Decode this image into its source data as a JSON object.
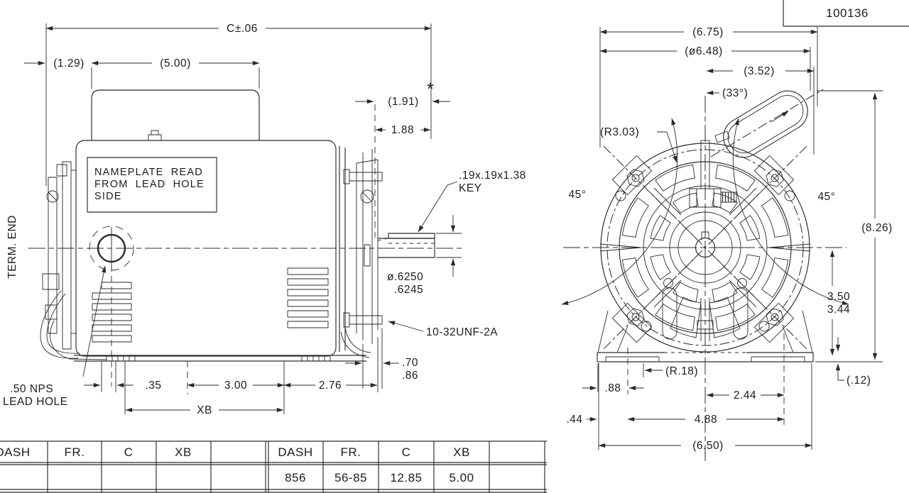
{
  "title_block": {
    "number": "100136"
  },
  "side_view": {
    "c_dim": "C±.06",
    "d129": "(1.29)",
    "d500": "(5.00)",
    "d191": "(1.91)",
    "star": "*",
    "d188": "1.88",
    "key1": ".19x.19x1.38",
    "key2": "KEY",
    "dia1": "ø.6250",
    "dia2": ".6245",
    "thread": "10-32UNF-2A",
    "d70": ".70",
    "d86": ".86",
    "d35": ".35",
    "d300": "3.00",
    "d276": "2.76",
    "xb": "XB",
    "np1": "NAMEPLATE READ",
    "np2": "FROM LEAD HOLE",
    "np3": "SIDE",
    "term_end": "TERM. END",
    "lead1": ".50 NPS",
    "lead2": "LEAD HOLE"
  },
  "end_view": {
    "d675": "(6.75)",
    "d648": "(ø6.48)",
    "d352": "(3.52)",
    "a33": "(33°)",
    "r303": "(R3.03)",
    "a45l": "45°",
    "a45r": "45°",
    "d826": "(8.26)",
    "d350": "3.50",
    "d344": "3.44",
    "r18": "(R.18)",
    "d88": ".88",
    "d244": "2.44",
    "d44": ".44",
    "d488": "4.88",
    "d650": "(6.50)",
    "d12": "(.12)"
  },
  "table": {
    "headers": [
      "DASH",
      "FR.",
      "C",
      "XB",
      ""
    ],
    "rows": [
      [
        "856",
        "56-85",
        "12.85",
        "5.00",
        ""
      ]
    ]
  }
}
